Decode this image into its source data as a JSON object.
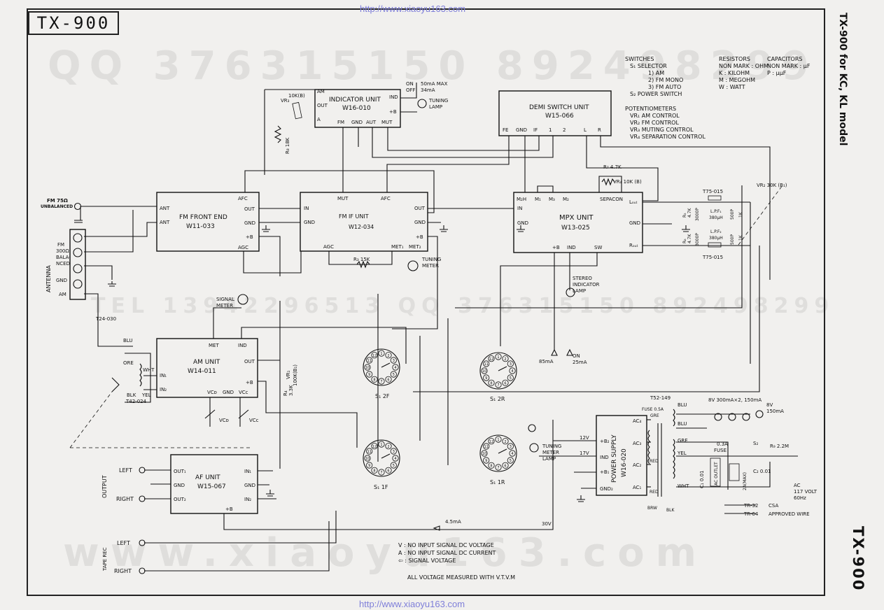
{
  "watermark_url": "http://www.xiaoyu163.com",
  "watermarks": [
    "QQ 376315150   892498299",
    "TEL 13942296513   QQ 376315150  892498299",
    "www.xiaoyu163.com"
  ],
  "model_tag": "TX-900",
  "side_title": "TX-900 for KC, KL model",
  "side_big": "TX-900",
  "legend_switches": {
    "header": "SWITCHES",
    "lines": [
      "S₁   SELECTOR",
      "1) AM",
      "2) FM MONO",
      "3) FM AUTO",
      "S₂   POWER SWITCH"
    ]
  },
  "legend_resistors": {
    "header": "RESISTORS",
    "lines": [
      "NON MARK : OHM",
      "K : KILOHM",
      "M : MEGOHM",
      "W : WATT"
    ]
  },
  "legend_capacitors": {
    "header": "CAPACITORS",
    "lines": [
      "NON MARK : μF",
      "P : μμF"
    ]
  },
  "legend_pots": {
    "header": "POTENTIOMETERS",
    "lines": [
      "VR₁   AM CONTROL",
      "VR₂   FM CONTROL",
      "VR₃   MUTING CONTROL",
      "VR₄   SEPARATION CONTROL"
    ]
  },
  "units": {
    "indicator": {
      "title": "INDICATOR UNIT",
      "model": "W16-010",
      "pins": [
        "AM",
        "OUT",
        "A",
        "IND",
        "+B",
        "FM",
        "GND",
        "AUT",
        "MUT"
      ]
    },
    "demi": {
      "title": "DEMI SWITCH UNIT",
      "model": "W15-066",
      "pins": [
        "FE",
        "GND",
        "IF",
        "1",
        "2",
        "L",
        "R"
      ]
    },
    "fm_front": {
      "title": "FM FRONT END",
      "model": "W11-033",
      "pins": [
        "ANT",
        "ANT",
        "AFC",
        "OUT",
        "GND",
        "+B",
        "AGC"
      ]
    },
    "fm_if": {
      "title": "FM IF UNIT",
      "model": "W12-034",
      "pins": [
        "MUT",
        "AFC",
        "IN",
        "GND",
        "OUT",
        "GND",
        "+B",
        "AGC",
        "MET₁",
        "MET₂"
      ]
    },
    "mpx": {
      "title": "MPX UNIT",
      "model": "W13-025",
      "pins": [
        "M₂H",
        "M₁",
        "M₃",
        "M₂",
        "SEPACON",
        "IN",
        "GND",
        "Lₒᵤₜ",
        "GND",
        "Rₒᵤₜ",
        "+B",
        "IND",
        "SW"
      ]
    },
    "am": {
      "title": "AM UNIT",
      "model": "W14-011",
      "pins": [
        "MET",
        "IND",
        "IN₁",
        "IN₂",
        "OUT",
        "+B",
        "VCᴅ",
        "GND",
        "VCᴄ"
      ]
    },
    "af": {
      "title": "AF UNIT",
      "model": "W15-067",
      "pins": [
        "OUT₁",
        "GND",
        "OUT₂",
        "IN₁",
        "GND",
        "IN₂",
        "+B"
      ]
    },
    "power": {
      "title": "POWER SUPPLY",
      "model": "W16-020",
      "pins": [
        "+B₂",
        "IND",
        "+B₁",
        "GND₂",
        "AC₄",
        "AC₃",
        "AC₂",
        "AC₁"
      ]
    }
  },
  "labels": {
    "fm75": "FM 75Ω",
    "unbalanced": "UNBALANCED",
    "antenna": "ANTENNA",
    "fm300": [
      "FM",
      "300Ω",
      "BALA-",
      "NCED"
    ],
    "gnd": "GND",
    "am": "AM",
    "t24": "T24-030",
    "t42": "T42-024",
    "blu": "BLU",
    "ore": "ORE",
    "wht": "WHT",
    "blk": "BLK",
    "yel": "YEL",
    "vr3": "VR₃",
    "vr3val": "10K(B)",
    "r8": "R₈ 18K",
    "on_off": [
      "ON",
      "OFF"
    ],
    "current_50": [
      "50mA MAX",
      "34mA"
    ],
    "tuning_lamp": [
      "TUNING",
      "LAMP"
    ],
    "r7": "R₇ 4.7K",
    "vr4": "VR₄ 10K (B)",
    "vr2": "VR₂ 30K (B₁)",
    "t75a": "T75-015",
    "t75b": "T75-015",
    "lpf1": [
      "L.P.F₁",
      "380μH"
    ],
    "lpf2": [
      "L.P.F₂",
      "380μH"
    ],
    "r5": [
      "R₅",
      "4.7K"
    ],
    "r6": [
      "R₆",
      "4.7K"
    ],
    "c3000a": "3000P",
    "c3000b": "3000P",
    "c500a": "500P",
    "c500b": "500P",
    "r1k_a": "1K",
    "r1k_b": "1K",
    "r3": "R₃ 15K",
    "tuning_meter": [
      "TUNING",
      "METER"
    ],
    "signal_meter": [
      "SIGNAL",
      "METER"
    ],
    "stereo_lamp": [
      "STEREO",
      "INDICATOR",
      "LAMP"
    ],
    "vr1": [
      "VR₁",
      "100K(B₁)"
    ],
    "r4": [
      "R₄",
      "3.3K"
    ],
    "vcb": "VCᴅ",
    "vcc": "VCᴄ",
    "s1_2f": "S₁ 2F",
    "s1_2r": "S₁ 2R",
    "s1_1f": "S₁ 1F",
    "s1_1r": "S₁ 1R",
    "ma85": "85mA",
    "on25": [
      "ON",
      "25mA"
    ],
    "tuning_meter_lamp": [
      "TUNING",
      "METER",
      "LAMP"
    ],
    "t52": "T52-149",
    "fuse05": [
      "FUSE 0.5A",
      "GRE"
    ],
    "blu2": "BLU",
    "gre": "GRE",
    "yel2": "YEL",
    "red": "RED",
    "red2": "RED",
    "wht2": "WHT",
    "brw": "BRW",
    "blk2": "BLK",
    "lamp8v": "8V 300mA×2, 150mA",
    "a8v": [
      "8V",
      "150mA"
    ],
    "fuse03": [
      "0.3A",
      "FUSE"
    ],
    "s2": "S₂",
    "r9": "R₉ 2.2M",
    "c1": "C₁ 0.01",
    "c2": "C₂ 0.01",
    "ac_outlet": "AC OUTLET",
    "max2a": "2A(MAX)",
    "ac_in": [
      "AC",
      "117 VOLT",
      "60Hz"
    ],
    "v12": "12V",
    "v17": "17V",
    "v30": "30V",
    "ma45": "4.5mA",
    "output": "OUTPUT",
    "left": "LEFT",
    "right": "RIGHT",
    "tape_rec": "TAPE REC",
    "tr32": "TR-32",
    "tr64": "TR-64",
    "csa": "CSA",
    "approved": "APPROVED WIRE"
  },
  "notes": [
    "V : NO INPUT SIGNAL DC VOLTAGE",
    "A : NO INPUT SIGNAL DC CURRENT",
    "⇦ : SIGNAL VOLTAGE",
    "ALL VOLTAGE MEASURED WITH V.T.V.M"
  ],
  "switch_positions": [
    "1",
    "2",
    "3",
    "4",
    "5",
    "6",
    "7",
    "8",
    "9",
    "10",
    "11",
    "12"
  ]
}
